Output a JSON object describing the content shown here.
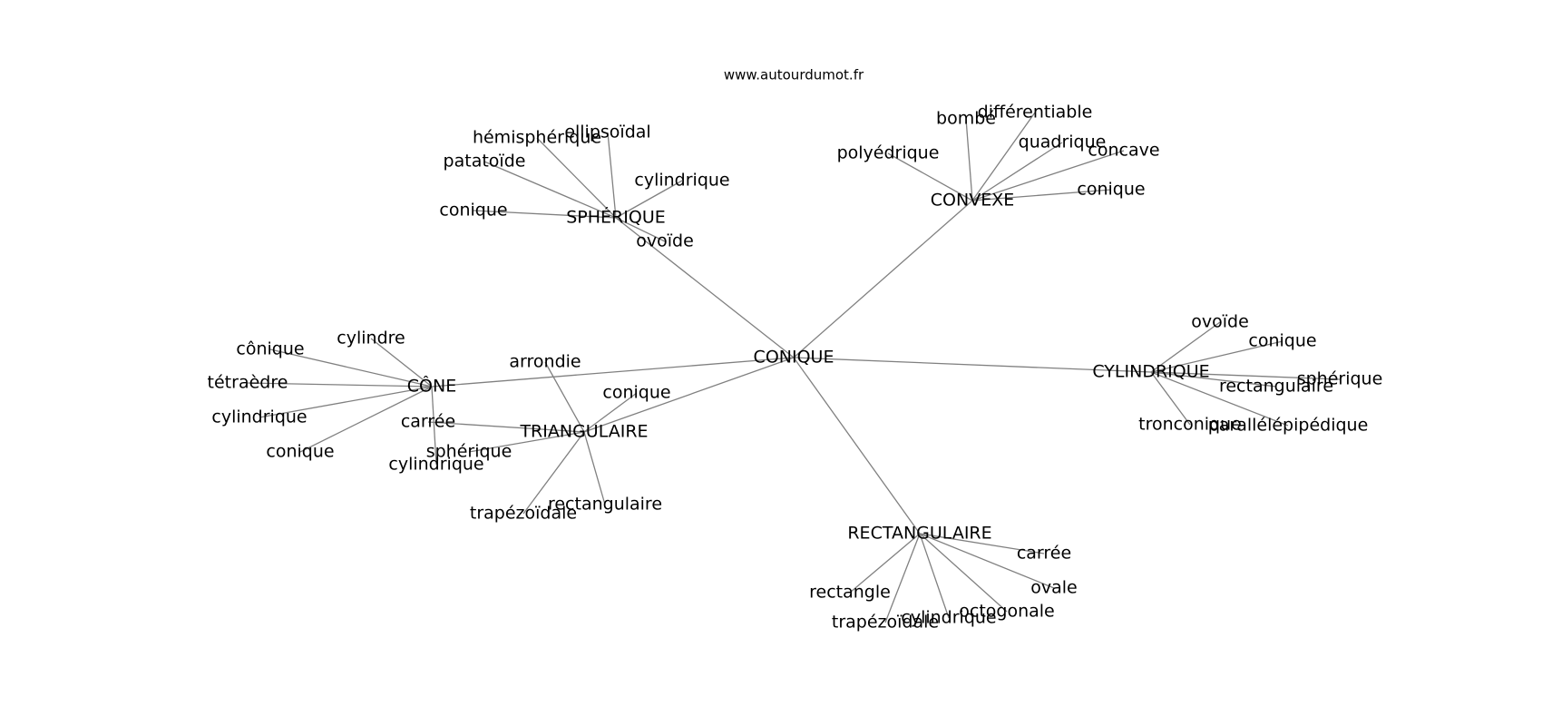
{
  "header": {
    "source": "www.autourdumot.fr"
  },
  "graph": {
    "root": "CONIQUE",
    "clusters": [
      {
        "id": "spherique",
        "label": "SPHÉRIQUE",
        "leaves": [
          "hémisphérique",
          "ellipsoïdal",
          "patatoïde",
          "cylindrique",
          "conique",
          "ovoïde"
        ]
      },
      {
        "id": "convexe",
        "label": "CONVEXE",
        "leaves": [
          "bombé",
          "différentiable",
          "polyédrique",
          "quadrique",
          "concave",
          "conique"
        ]
      },
      {
        "id": "cone",
        "label": "CÔNE",
        "leaves": [
          "cylindre",
          "cônique",
          "tétraèdre",
          "cylindrique",
          "conique",
          "cylindrique"
        ]
      },
      {
        "id": "triangulaire",
        "label": "TRIANGULAIRE",
        "leaves": [
          "arrondie",
          "conique",
          "carrée",
          "sphérique",
          "trapézoïdale",
          "rectangulaire"
        ]
      },
      {
        "id": "cylindrique",
        "label": "CYLINDRIQUE",
        "leaves": [
          "ovoïde",
          "conique",
          "sphérique",
          "rectangulaire",
          "tronconique",
          "parallélépipédique"
        ]
      },
      {
        "id": "rectangulaire",
        "label": "RECTANGULAIRE",
        "leaves": [
          "carrée",
          "ovale",
          "rectangle",
          "octogonale",
          "cylindrique",
          "trapézoïdale"
        ]
      }
    ]
  }
}
